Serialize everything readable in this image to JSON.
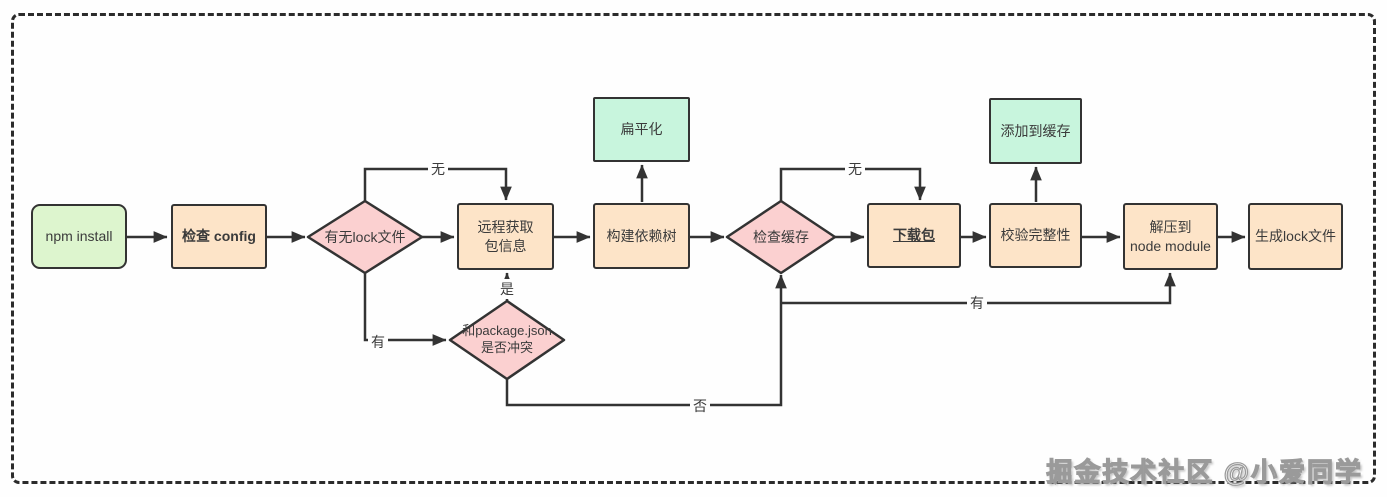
{
  "palette": {
    "background": "#fefefe",
    "frame_border": "#2b2b2b",
    "line": "#333333",
    "text": "#3b3b3b",
    "node_green": "#ddf5ce",
    "node_orange": "#fde4c8",
    "node_pink": "#fbd0d0",
    "node_mint": "#c8f5dd"
  },
  "nodes": {
    "npm_install": {
      "label": "npm install"
    },
    "check_config": {
      "label": "检查 config"
    },
    "has_lock": {
      "label": "有无lock文件"
    },
    "fetch_remote": {
      "label": "远程获取\n包信息"
    },
    "build_tree": {
      "label": "构建依赖树"
    },
    "flatten": {
      "label": "扁平化"
    },
    "check_cache": {
      "label": "检查缓存"
    },
    "download": {
      "label": "下载包"
    },
    "verify": {
      "label": "校验完整性"
    },
    "add_cache": {
      "label": "添加到缓存"
    },
    "unzip": {
      "label": "解压到\nnode module"
    },
    "gen_lock": {
      "label": "生成lock文件"
    },
    "conflict": {
      "label": "和package.json\n是否冲突"
    }
  },
  "edge_labels": {
    "lock_no": "无",
    "lock_yes": "有",
    "conflict_yes": "是",
    "conflict_no": "否",
    "cache_no": "无",
    "cache_yes": "有"
  },
  "watermark": {
    "text": "掘金技术社区 @小爱同学"
  }
}
